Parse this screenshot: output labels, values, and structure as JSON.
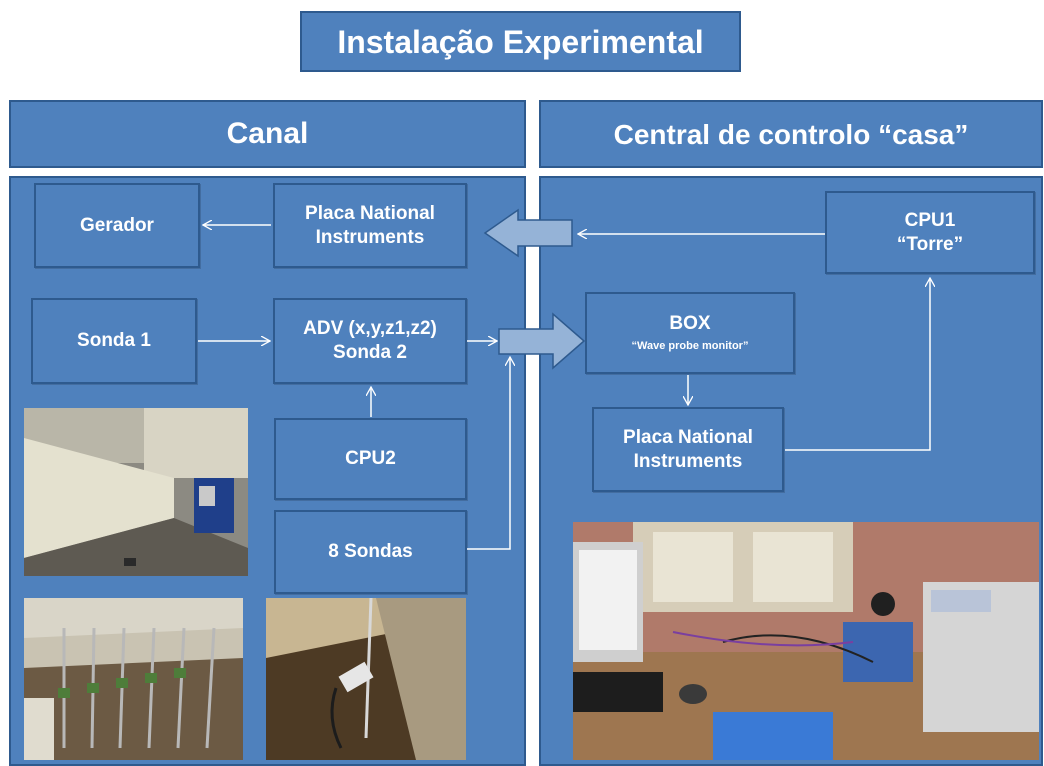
{
  "title": "Instalação Experimental",
  "sections": {
    "canal": "Canal",
    "central": "Central de controlo “casa”"
  },
  "nodes": {
    "gerador": "Gerador",
    "placa_ni_left_1": "Placa National",
    "placa_ni_left_2": "Instruments",
    "sonda1": "Sonda 1",
    "adv_1": "ADV (x,y,z1,z2)",
    "adv_2": "Sonda 2",
    "cpu2": "CPU2",
    "oito_sondas": "8 Sondas",
    "cpu1_1": "CPU1",
    "cpu1_2": "“Torre”",
    "box_title": "BOX",
    "box_sub": "“Wave probe monitor”",
    "placa_ni_right_1": "Placa National",
    "placa_ni_right_2": "Instruments"
  },
  "colors": {
    "panel_fill": "#4f81bd",
    "panel_border": "#2e5a8e",
    "block_arrow": "#95b3d7",
    "text": "#ffffff"
  }
}
